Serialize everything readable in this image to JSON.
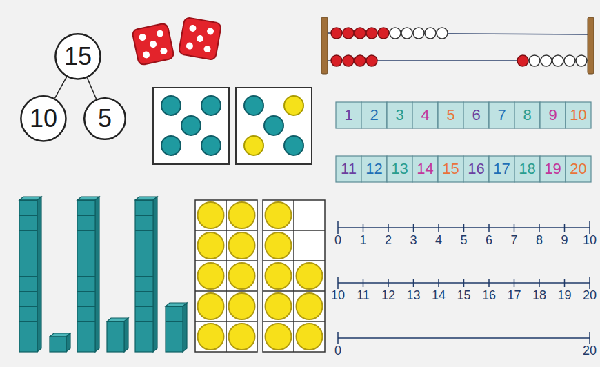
{
  "diagram": {
    "nodes": [
      {
        "text": [
          "15"
        ]
      },
      {
        "text": [
          "10"
        ]
      },
      {
        "text": [
          "5"
        ]
      }
    ],
    "edges": [
      {
        "from": 0,
        "to": 1,
        "arrow": "none"
      },
      {
        "from": 0,
        "to": 2,
        "arrow": "none"
      }
    ],
    "labels": [
      "1",
      "2",
      "3",
      "4",
      "5",
      "6",
      "7",
      "8",
      "9",
      "10",
      "11",
      "12",
      "13",
      "14",
      "15",
      "16",
      "17",
      "18",
      "19",
      "20",
      "0",
      "1",
      "2",
      "3",
      "4",
      "5",
      "6",
      "7",
      "8",
      "9",
      "10",
      "10",
      "11",
      "12",
      "13",
      "14",
      "15",
      "16",
      "17",
      "18",
      "19",
      "20",
      "0",
      "20"
    ]
  }
}
